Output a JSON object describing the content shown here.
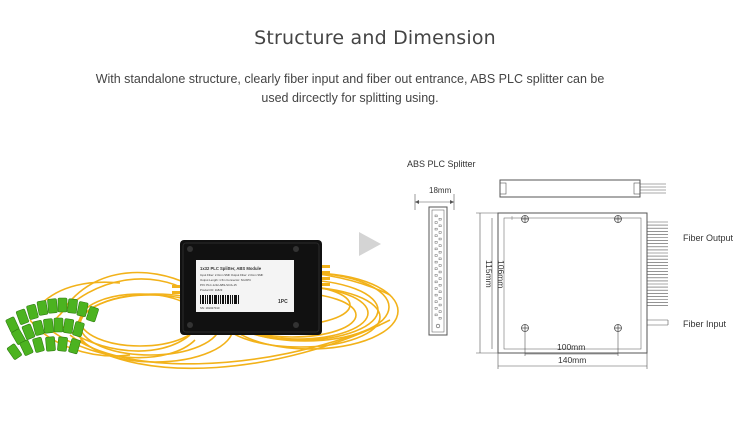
{
  "heading": {
    "title": "Structure and Dimension",
    "description_line1": "With standalone structure, clearly fiber input and fiber out entrance, ABS PLC splitter can be",
    "description_line2": "used dircectly for splitting using."
  },
  "product_label": {
    "line1": "1x32 PLC Splitter, ABS Module",
    "line2": "Input Fiber: 2.0mm SMF   Output Fiber: 2.0mm SMF",
    "line3": "Output Length: 1.5m      Connector: SC/APC",
    "line4": "P/N: PLC-1x32-ABS-SC/A-15",
    "line5": "Product ID: 11823",
    "tag": "1PC",
    "serial": "SN: 191027010"
  },
  "diagram": {
    "caption": "ABS PLC Splitter",
    "dim_thickness": "18mm",
    "dim_height_inner": "106mm",
    "dim_height_outer": "115mm",
    "dim_width_inner": "100mm",
    "dim_width_outer": "140mm",
    "label_output": "Fiber Output",
    "label_input": "Fiber Input"
  },
  "colors": {
    "fiber_yellow": "#f2b21a",
    "connector_green": "#4cb320",
    "module_black": "#111111",
    "arrow_gray": "#d4d4d4"
  }
}
